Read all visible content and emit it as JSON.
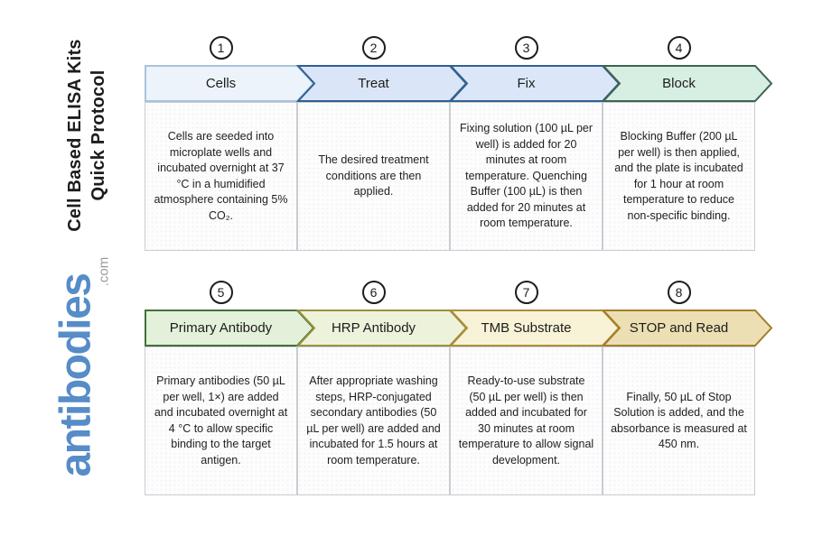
{
  "sidebar": {
    "title_line1": "Cell Based ELISA Kits",
    "title_line2": "Quick Protocol",
    "logo_text": "antibodies",
    "logo_suffix": ".com",
    "logo_color": "#568cc7",
    "logo_suffix_color": "#9a9a9a"
  },
  "colors": {
    "badge_outline": "#1d1d1d",
    "body_border": "#c9ccd1",
    "body_fill": "#fdfdfe"
  },
  "steps": [
    {
      "number": "1",
      "title": "Cells",
      "description": "Cells are seeded into microplate wells and incubated overnight at 37 °C in a humidified atmosphere containing 5% CO₂.",
      "header_fill": "#ecf3fb",
      "header_border": "#a9c2db"
    },
    {
      "number": "2",
      "title": "Treat",
      "description": "The desired treatment conditions are then applied.",
      "header_fill": "#dbe5f8",
      "header_border": "#2e5f93"
    },
    {
      "number": "3",
      "title": "Fix",
      "description": "Fixing solution (100 µL per well) is added for 20 minutes at room temperature. Quenching Buffer (100 µL) is then added for 20 minutes at room temperature.",
      "header_fill": "#dbe7f8",
      "header_border": "#31628f"
    },
    {
      "number": "4",
      "title": "Block",
      "description": "Blocking Buffer (200 µL per well) is then applied, and the plate is incubated for 1 hour at room temperature to reduce non-specific binding.",
      "header_fill": "#d7eee3",
      "header_border": "#3e6351"
    },
    {
      "number": "5",
      "title": "Primary Antibody",
      "description": "Primary antibodies (50 µL per well, 1×) are added and incubated overnight at 4 °C to allow specific binding to the target antigen.",
      "header_fill": "#e4f1da",
      "header_border": "#44703a"
    },
    {
      "number": "6",
      "title": "HRP Antibody",
      "description": "After appropriate washing steps, HRP-conjugated secondary antibodies (50 µL per well) are added and incubated for 1.5 hours at room temperature.",
      "header_fill": "#edf3da",
      "header_border": "#99913f"
    },
    {
      "number": "7",
      "title": "TMB Substrate",
      "description": "Ready-to-use substrate (50 µL per well) is then added and incubated for 30 minutes at room temperature to allow signal development.",
      "header_fill": "#f8f3d6",
      "header_border": "#ad8d3d"
    },
    {
      "number": "8",
      "title": "STOP and Read",
      "description": "Finally, 50 µL of Stop Solution is added, and the absorbance is measured at 450 nm.",
      "header_fill": "#ebdfb3",
      "header_border": "#a57e2b"
    }
  ]
}
